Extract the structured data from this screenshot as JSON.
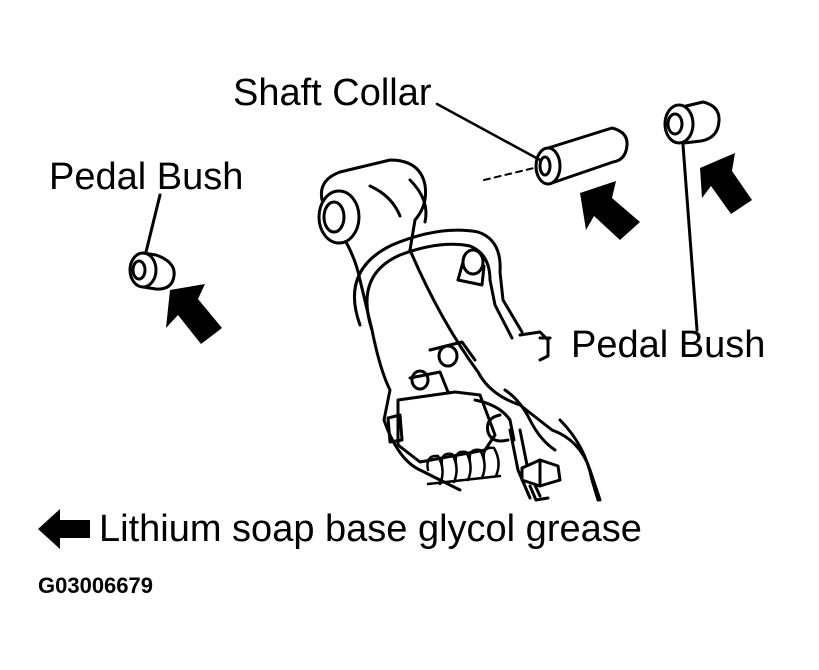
{
  "labels": {
    "shaft_collar": "Shaft Collar",
    "pedal_bush_left": "Pedal Bush",
    "pedal_bush_right": "Pedal Bush"
  },
  "legend": {
    "icon": "arrow-left-icon",
    "text": "Lithium soap base glycol grease"
  },
  "figure_code": "G03006679",
  "colors": {
    "ink": "#000000",
    "paper": "#ffffff"
  }
}
